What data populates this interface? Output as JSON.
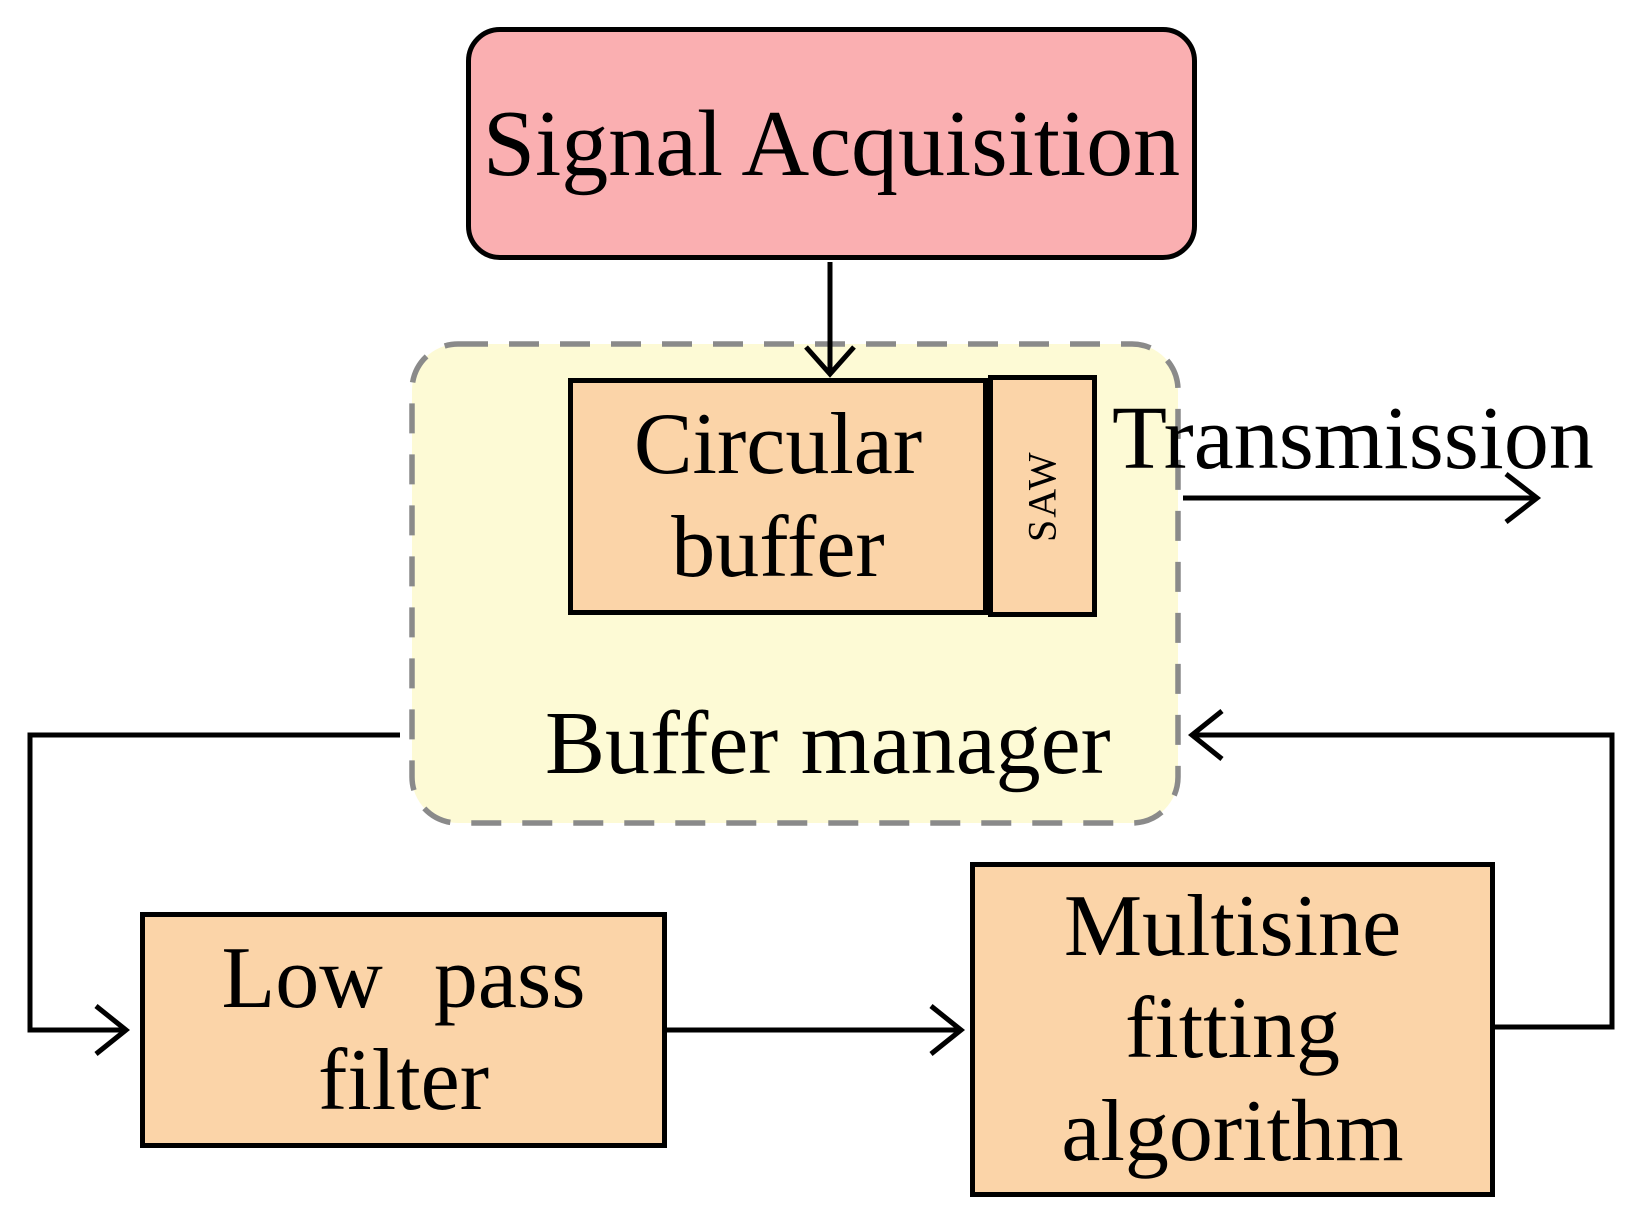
{
  "diagram": {
    "nodes": {
      "signal_acquisition": {
        "label": "Signal Acquisition",
        "fill": "#FAAFB1"
      },
      "buffer_manager": {
        "label": "Buffer manager",
        "fill": "#FDFAD5",
        "border": "#8A8A8A",
        "border_style": "dashed"
      },
      "circular_buffer": {
        "label": "Circular\nbuffer",
        "fill": "#FBD4A8"
      },
      "saw": {
        "label": "SAW",
        "fill": "#FBD4A8",
        "orientation": "rotated-90"
      },
      "low_pass_filter": {
        "label": "Low pass\nfilter",
        "fill": "#FBD4A8"
      },
      "multisine_fitting": {
        "label": "Multisine\nfitting\nalgorithm",
        "fill": "#FBD4A8"
      }
    },
    "edges": {
      "acquisition_to_circular_buffer": {
        "label": ""
      },
      "transmission_out": {
        "label": "Transmission"
      },
      "buffer_to_low_pass": {
        "label": ""
      },
      "low_pass_to_multisine": {
        "label": ""
      },
      "multisine_to_buffer": {
        "label": ""
      }
    },
    "colors": {
      "line": "#000000",
      "signal_fill": "#FAAFB1",
      "process_fill": "#FBD4A8",
      "manager_fill": "#FDFAD5",
      "manager_border": "#8A8A8A"
    }
  }
}
